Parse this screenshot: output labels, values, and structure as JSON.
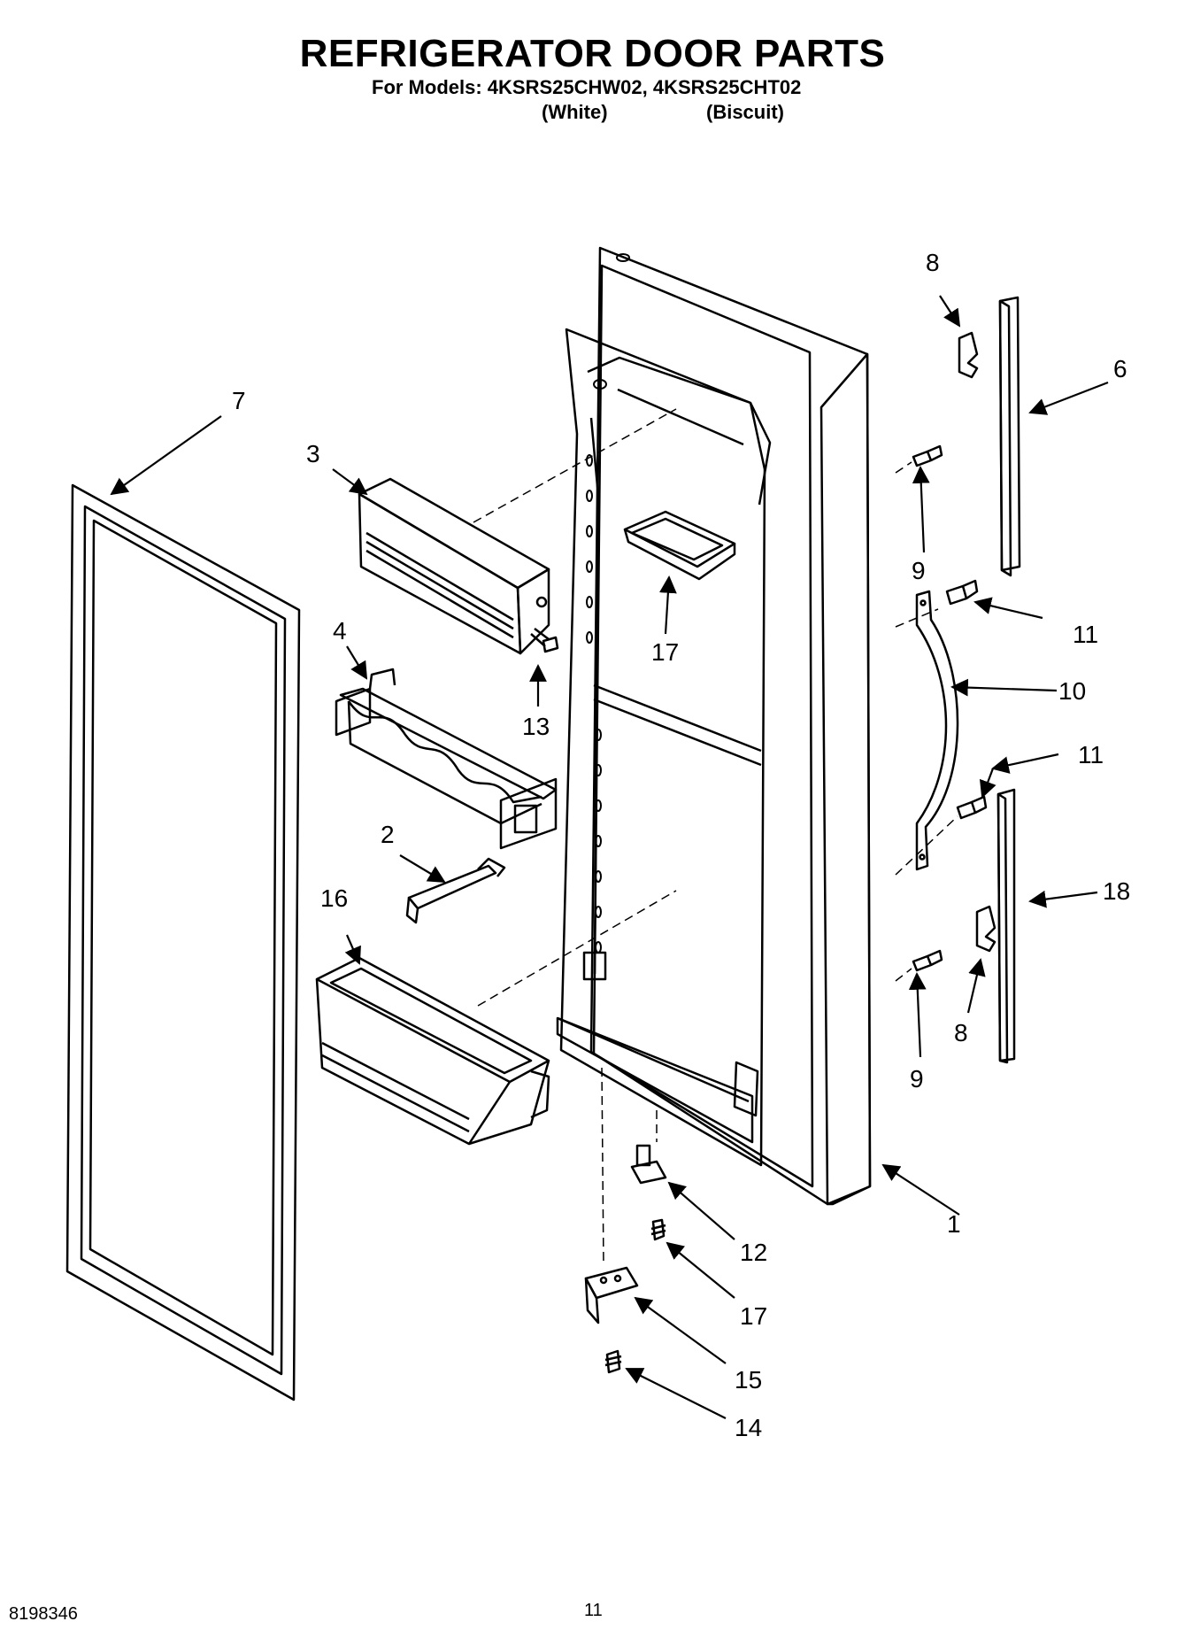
{
  "title": "REFRIGERATOR DOOR PARTS",
  "models_line": "For Models: 4KSRS25CHW02, 4KSRS25CHT02",
  "variants": [
    "(White)",
    "(Biscuit)"
  ],
  "callouts": [
    "1",
    "2",
    "3",
    "4",
    "6",
    "7",
    "8",
    "8",
    "9",
    "9",
    "10",
    "11",
    "11",
    "12",
    "13",
    "14",
    "15",
    "16",
    "17",
    "17",
    "18"
  ],
  "footer": {
    "code": "8198346",
    "page": "11"
  }
}
